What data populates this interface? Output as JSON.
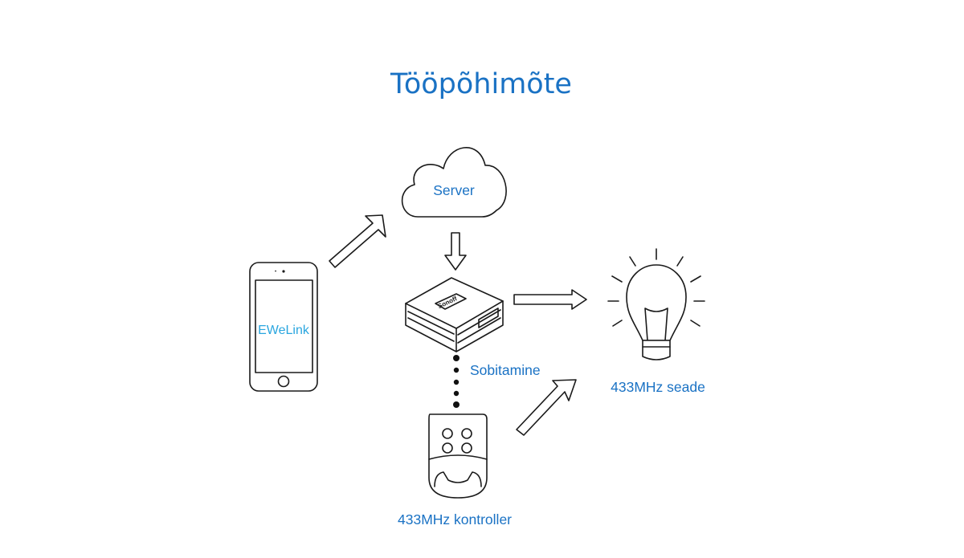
{
  "title": "Tööpõhimõte",
  "nodes": {
    "server": {
      "label": "Server"
    },
    "phone": {
      "app_label": "EWeLink"
    },
    "bridge": {
      "brand": "Sonoff"
    },
    "pairing": {
      "label": "Sobitamine"
    },
    "device": {
      "label": "433MHz seade"
    },
    "controller": {
      "label": "433MHz kontroller"
    }
  },
  "colors": {
    "label": "#1a72c4",
    "app_label": "#2aa6df",
    "outline": "#1a1a1a"
  }
}
